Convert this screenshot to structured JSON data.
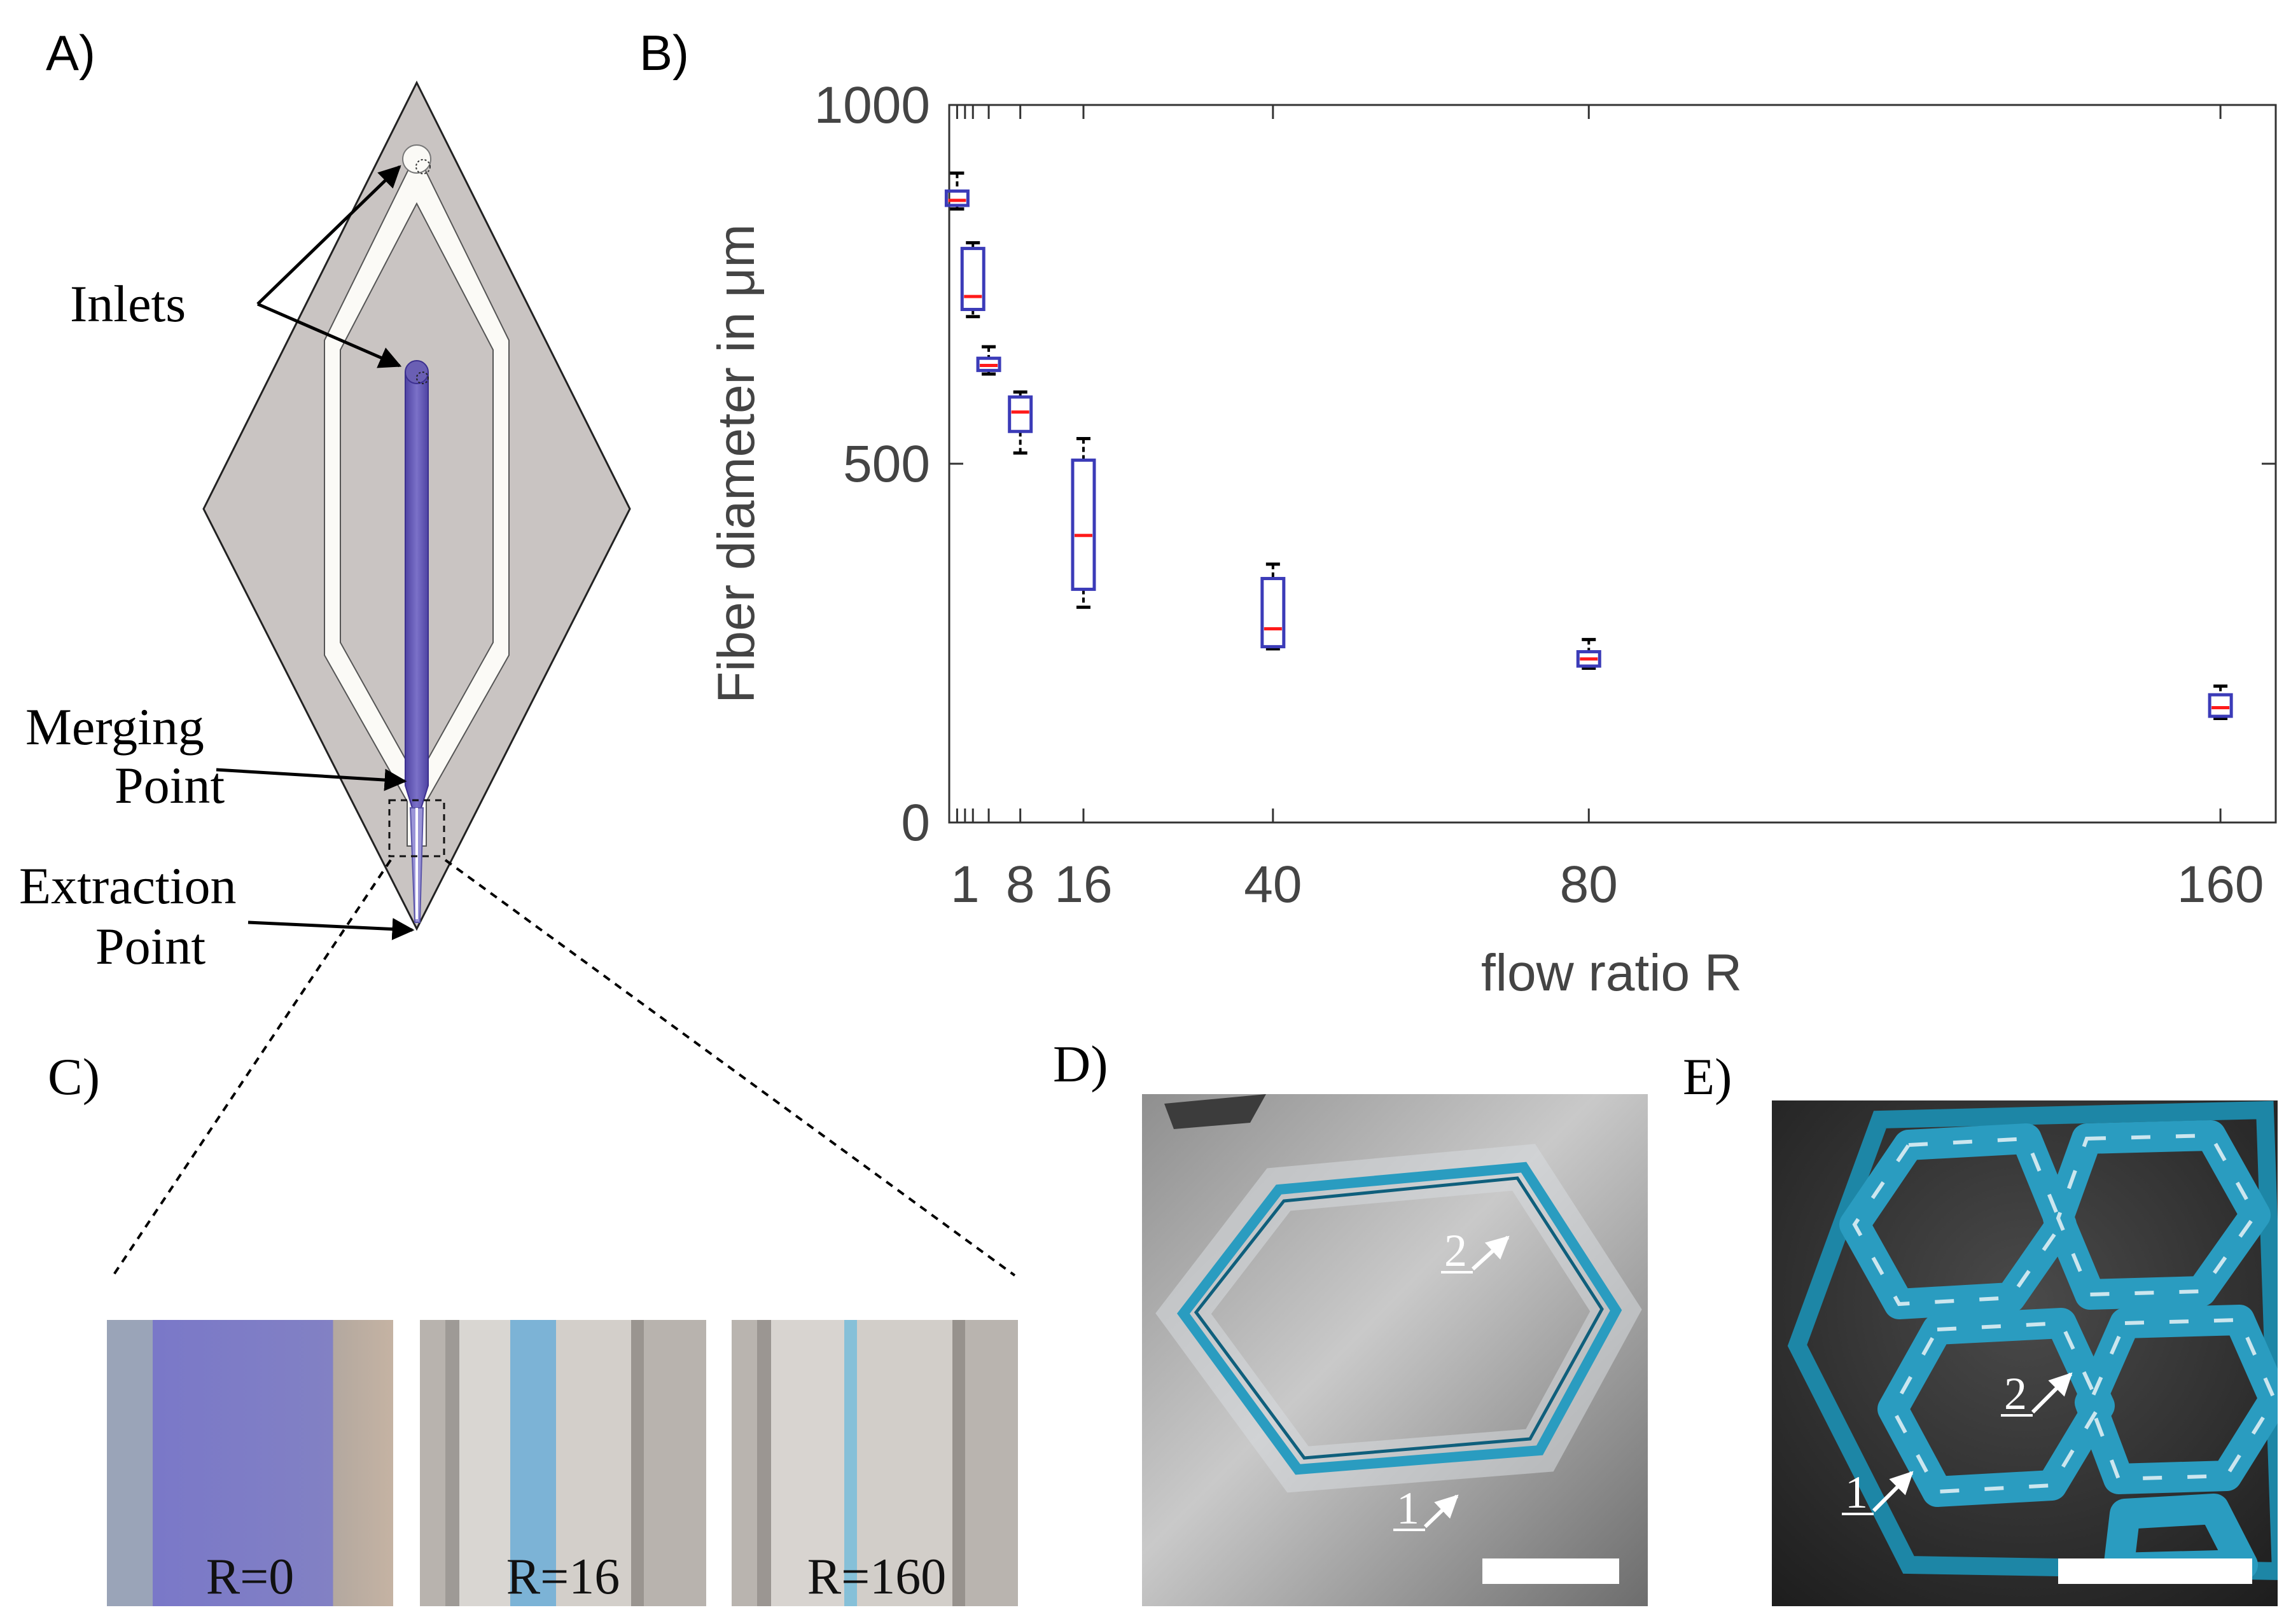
{
  "panels": {
    "a": {
      "label": "A)",
      "inlets_label": "Inlets",
      "merging_line1": "Merging",
      "merging_line2": "Point",
      "extraction_line1": "Extraction",
      "extraction_line2": "Point"
    },
    "b": {
      "label": "B)"
    },
    "c": {
      "label": "C)",
      "images": [
        {
          "caption": "R=0"
        },
        {
          "caption": "R=16"
        },
        {
          "caption": "R=160"
        }
      ]
    },
    "d": {
      "label": "D)",
      "marker_1": "1",
      "marker_2": "2"
    },
    "e": {
      "label": "E)",
      "marker_1": "1",
      "marker_2": "2"
    }
  },
  "colors": {
    "chip_gray": "#c9c4c2",
    "channel_blue": "#6a5fb4",
    "box_blue": "#3b3bb8",
    "median_red": "#ff1a1a",
    "fiber_cyan": "#2a9cc0"
  },
  "chart_data": {
    "type": "box",
    "xlabel": "flow ratio R",
    "ylabel": "Fiber diameter in  μm",
    "ylim": [
      0,
      1000
    ],
    "yticks": [
      0,
      500,
      1000
    ],
    "xlim": [
      -1,
      167
    ],
    "xticks": [
      1,
      8,
      16,
      40,
      80,
      160
    ],
    "minor_xticks": [
      0,
      2,
      4
    ],
    "grid": false,
    "boxes": [
      {
        "x": 0,
        "whisker_low": 855,
        "q1": 860,
        "median": 867,
        "q3": 880,
        "whisker_high": 905
      },
      {
        "x": 2,
        "whisker_low": 705,
        "q1": 715,
        "median": 733,
        "q3": 800,
        "whisker_high": 808
      },
      {
        "x": 4,
        "whisker_low": 625,
        "q1": 630,
        "median": 637,
        "q3": 647,
        "whisker_high": 663
      },
      {
        "x": 8,
        "whisker_low": 515,
        "q1": 545,
        "median": 572,
        "q3": 593,
        "whisker_high": 600
      },
      {
        "x": 16,
        "whisker_low": 300,
        "q1": 325,
        "median": 400,
        "q3": 505,
        "whisker_high": 535
      },
      {
        "x": 40,
        "whisker_low": 242,
        "q1": 245,
        "median": 270,
        "q3": 340,
        "whisker_high": 360
      },
      {
        "x": 80,
        "whisker_low": 215,
        "q1": 218,
        "median": 228,
        "q3": 238,
        "whisker_high": 255
      },
      {
        "x": 160,
        "whisker_low": 145,
        "q1": 148,
        "median": 160,
        "q3": 178,
        "whisker_high": 190
      }
    ]
  }
}
